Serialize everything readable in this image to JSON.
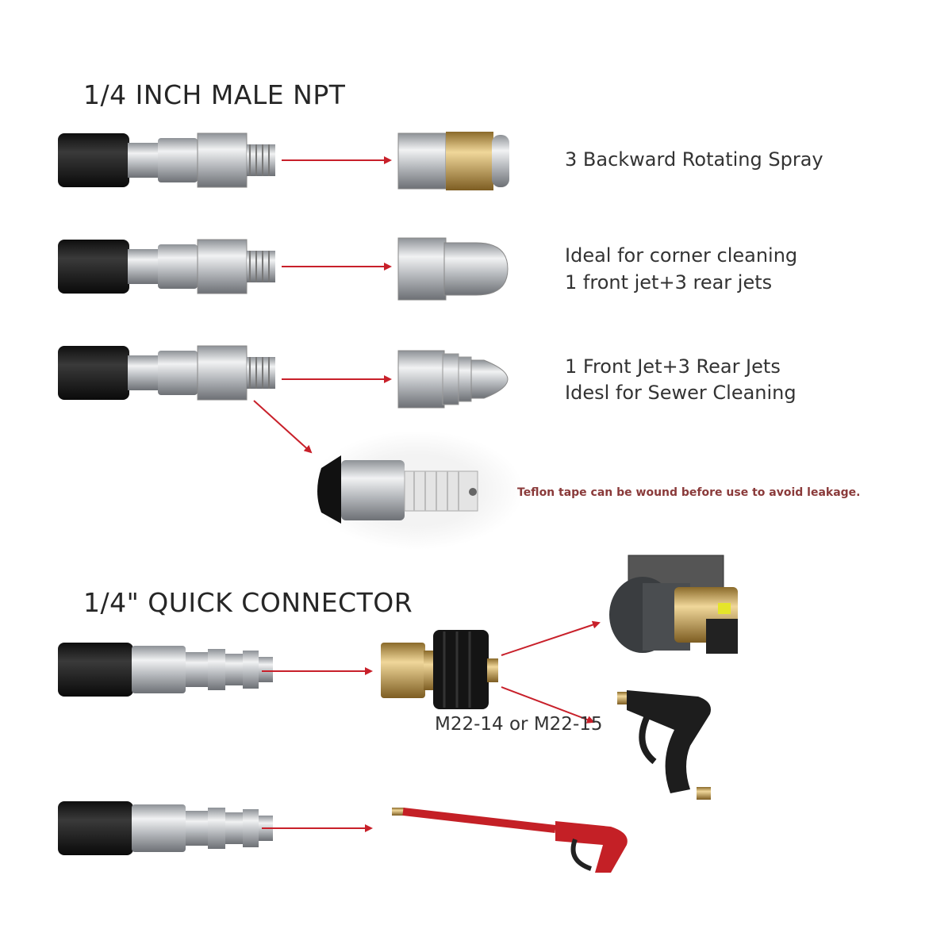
{
  "sections": [
    {
      "title": "1/4 INCH MALE NPT",
      "rows": [
        {
          "nozzle": "rotating-nozzle",
          "lines": [
            "3 Backward Rotating Spray"
          ]
        },
        {
          "nozzle": "corner-nozzle",
          "lines": [
            "Ideal for corner cleaning",
            "1 front jet+3 rear jets"
          ]
        },
        {
          "nozzle": "sewer-nozzle",
          "lines": [
            "1 Front Jet+3 Rear Jets",
            "Idesl for Sewer Cleaning"
          ]
        }
      ],
      "note": "Teflon tape can be wound before use to avoid leakage."
    },
    {
      "title": "1/4\" QUICK CONNECTOR",
      "adapter_label": "M22-14 or M22-15"
    }
  ],
  "colors": {
    "arrow": "#c8202a",
    "hose": "#1c1c1c",
    "steel": "#c9ccd0",
    "brass": "#c9a25a",
    "note": "#8a3a3a"
  }
}
